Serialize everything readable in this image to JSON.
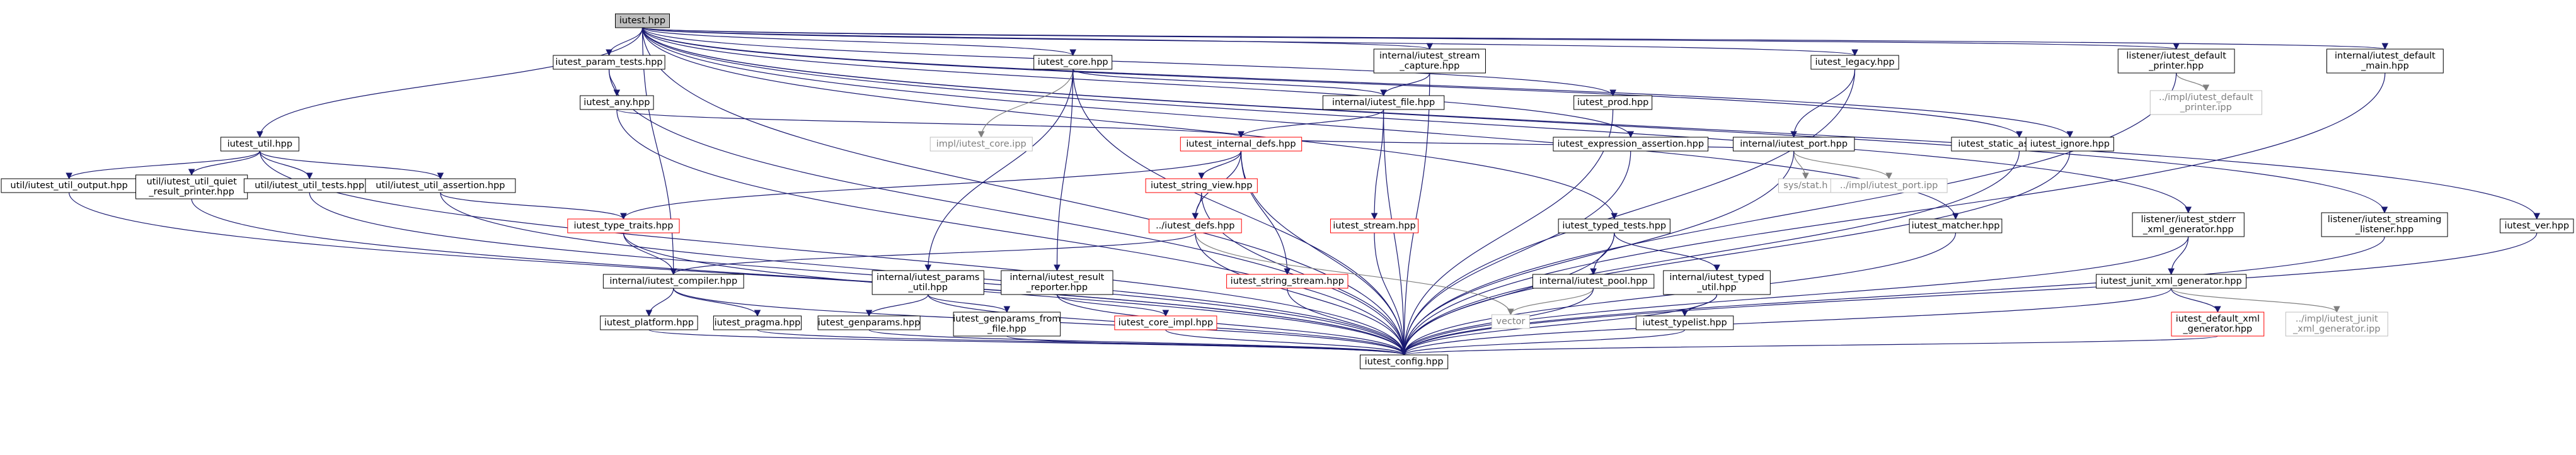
{
  "diagram": {
    "colors": {
      "edge": "#191970",
      "edge_gray": "#7f7f7f",
      "root_fill": "#bfbfbf",
      "node_border": "#000000",
      "missing_border": "#ff0000",
      "external_border": "#bfbfbf"
    },
    "nodes": [
      {
        "id": "root",
        "label": [
          "iutest.hpp"
        ],
        "style": "root"
      },
      {
        "id": "util",
        "label": [
          "iutest_util.hpp"
        ],
        "style": "normal"
      },
      {
        "id": "param_tests",
        "label": [
          "iutest_param_tests.hpp"
        ],
        "style": "normal"
      },
      {
        "id": "core",
        "label": [
          "iutest_core.hpp"
        ],
        "style": "normal"
      },
      {
        "id": "stream_capture",
        "label": [
          "internal/iutest_stream",
          "_capture.hpp"
        ],
        "style": "normal"
      },
      {
        "id": "prod",
        "label": [
          "iutest_prod.hpp"
        ],
        "style": "normal"
      },
      {
        "id": "legacy",
        "label": [
          "iutest_legacy.hpp"
        ],
        "style": "normal"
      },
      {
        "id": "static_assertion",
        "label": [
          "iutest_static_assertion.hpp"
        ],
        "style": "normal"
      },
      {
        "id": "default_printer",
        "label": [
          "listener/iutest_default",
          "_printer.hpp"
        ],
        "style": "normal"
      },
      {
        "id": "default_main",
        "label": [
          "internal/iutest_default",
          "_main.hpp"
        ],
        "style": "normal"
      },
      {
        "id": "ver",
        "label": [
          "iutest_ver.hpp"
        ],
        "style": "normal"
      },
      {
        "id": "any",
        "label": [
          "iutest_any.hpp"
        ],
        "style": "normal"
      },
      {
        "id": "impl_core",
        "label": [
          "impl/iutest_core.ipp"
        ],
        "style": "external"
      },
      {
        "id": "file",
        "label": [
          "internal/iutest_file.hpp"
        ],
        "style": "normal"
      },
      {
        "id": "port",
        "label": [
          "internal/iutest_port.hpp"
        ],
        "style": "normal"
      },
      {
        "id": "impl_default_printer",
        "label": [
          "../impl/iutest_default",
          "_printer.ipp"
        ],
        "style": "external"
      },
      {
        "id": "util_output",
        "label": [
          "util/iutest_util_output.hpp"
        ],
        "style": "normal"
      },
      {
        "id": "util_quiet",
        "label": [
          "util/iutest_util_quiet",
          "_result_printer.hpp"
        ],
        "style": "normal"
      },
      {
        "id": "util_tests",
        "label": [
          "util/iutest_util_tests.hpp"
        ],
        "style": "normal"
      },
      {
        "id": "util_assertion",
        "label": [
          "util/iutest_util_assertion.hpp"
        ],
        "style": "normal"
      },
      {
        "id": "internal_defs",
        "label": [
          "iutest_internal_defs.hpp"
        ],
        "style": "missing"
      },
      {
        "id": "expression_assertion",
        "label": [
          "iutest_expression_assertion.hpp"
        ],
        "style": "normal"
      },
      {
        "id": "sys_stat",
        "label": [
          "sys/stat.h"
        ],
        "style": "external"
      },
      {
        "id": "impl_port",
        "label": [
          "../impl/iutest_port.ipp"
        ],
        "style": "external"
      },
      {
        "id": "ignore",
        "label": [
          "iutest_ignore.hpp"
        ],
        "style": "normal"
      },
      {
        "id": "streaming_listener",
        "label": [
          "listener/iutest_streaming",
          "_listener.hpp"
        ],
        "style": "normal"
      },
      {
        "id": "string_view",
        "label": [
          "iutest_string_view.hpp"
        ],
        "style": "missing"
      },
      {
        "id": "type_traits",
        "label": [
          "iutest_type_traits.hpp"
        ],
        "style": "missing"
      },
      {
        "id": "defs",
        "label": [
          "../iutest_defs.hpp"
        ],
        "style": "missing"
      },
      {
        "id": "stream",
        "label": [
          "iutest_stream.hpp"
        ],
        "style": "missing"
      },
      {
        "id": "typed_tests",
        "label": [
          "iutest_typed_tests.hpp"
        ],
        "style": "normal"
      },
      {
        "id": "matcher",
        "label": [
          "iutest_matcher.hpp"
        ],
        "style": "normal"
      },
      {
        "id": "stderr_xml",
        "label": [
          "listener/iutest_stderr",
          "_xml_generator.hpp"
        ],
        "style": "normal"
      },
      {
        "id": "compiler",
        "label": [
          "internal/iutest_compiler.hpp"
        ],
        "style": "normal"
      },
      {
        "id": "params_util",
        "label": [
          "internal/iutest_params",
          "_util.hpp"
        ],
        "style": "normal"
      },
      {
        "id": "result_reporter",
        "label": [
          "internal/iutest_result",
          "_reporter.hpp"
        ],
        "style": "normal"
      },
      {
        "id": "string_stream",
        "label": [
          "iutest_string_stream.hpp"
        ],
        "style": "missing"
      },
      {
        "id": "pool",
        "label": [
          "internal/iutest_pool.hpp"
        ],
        "style": "normal"
      },
      {
        "id": "typed_util",
        "label": [
          "internal/iutest_typed",
          "_util.hpp"
        ],
        "style": "normal"
      },
      {
        "id": "junit_xml",
        "label": [
          "iutest_junit_xml_generator.hpp"
        ],
        "style": "normal"
      },
      {
        "id": "vector",
        "label": [
          "vector"
        ],
        "style": "external"
      },
      {
        "id": "platform",
        "label": [
          "iutest_platform.hpp"
        ],
        "style": "normal"
      },
      {
        "id": "pragma",
        "label": [
          "iutest_pragma.hpp"
        ],
        "style": "normal"
      },
      {
        "id": "genparams",
        "label": [
          "iutest_genparams.hpp"
        ],
        "style": "normal"
      },
      {
        "id": "genparams_from_file",
        "label": [
          "iutest_genparams_from",
          "_file.hpp"
        ],
        "style": "normal"
      },
      {
        "id": "core_impl",
        "label": [
          "iutest_core_impl.hpp"
        ],
        "style": "missing"
      },
      {
        "id": "typelist",
        "label": [
          "iutest_typelist.hpp"
        ],
        "style": "normal"
      },
      {
        "id": "default_xml",
        "label": [
          "iutest_default_xml",
          "_generator.hpp"
        ],
        "style": "missing"
      },
      {
        "id": "impl_junit",
        "label": [
          "../impl/iutest_junit",
          "_xml_generator.ipp"
        ],
        "style": "external"
      },
      {
        "id": "config",
        "label": [
          "iutest_config.hpp"
        ],
        "style": "normal"
      }
    ],
    "edges": [
      [
        "root",
        "util"
      ],
      [
        "root",
        "param_tests"
      ],
      [
        "root",
        "core"
      ],
      [
        "root",
        "stream_capture"
      ],
      [
        "root",
        "prod"
      ],
      [
        "root",
        "legacy"
      ],
      [
        "root",
        "static_assertion"
      ],
      [
        "root",
        "default_printer"
      ],
      [
        "root",
        "default_main"
      ],
      [
        "root",
        "ver"
      ],
      [
        "root",
        "compiler"
      ],
      [
        "root",
        "expression_assertion"
      ],
      [
        "root",
        "typed_tests"
      ],
      [
        "root",
        "matcher"
      ],
      [
        "root",
        "ignore"
      ],
      [
        "root",
        "stderr_xml"
      ],
      [
        "root",
        "streaming_listener"
      ],
      [
        "root",
        "config"
      ],
      [
        "util",
        "util_output"
      ],
      [
        "util",
        "util_quiet"
      ],
      [
        "util",
        "util_tests"
      ],
      [
        "util",
        "util_assertion"
      ],
      [
        "util",
        "config"
      ],
      [
        "util_output",
        "config"
      ],
      [
        "util_quiet",
        "config"
      ],
      [
        "util_tests",
        "config"
      ],
      [
        "util_assertion",
        "config"
      ],
      [
        "util_assertion",
        "type_traits"
      ],
      [
        "param_tests",
        "any"
      ],
      [
        "param_tests",
        "config"
      ],
      [
        "any",
        "internal_defs"
      ],
      [
        "any",
        "config"
      ],
      [
        "core",
        "impl_core"
      ],
      [
        "core",
        "file"
      ],
      [
        "core",
        "params_util"
      ],
      [
        "core",
        "result_reporter"
      ],
      [
        "core",
        "config"
      ],
      [
        "stream_capture",
        "file"
      ],
      [
        "stream_capture",
        "config"
      ],
      [
        "file",
        "internal_defs"
      ],
      [
        "file",
        "stream"
      ],
      [
        "file",
        "config"
      ],
      [
        "prod",
        "config"
      ],
      [
        "legacy",
        "port"
      ],
      [
        "legacy",
        "config"
      ],
      [
        "port",
        "internal_defs"
      ],
      [
        "port",
        "sys_stat"
      ],
      [
        "port",
        "impl_port"
      ],
      [
        "port",
        "config"
      ],
      [
        "static_assertion",
        "config"
      ],
      [
        "default_printer",
        "impl_default_printer"
      ],
      [
        "default_printer",
        "config"
      ],
      [
        "default_main",
        "config"
      ],
      [
        "ver",
        "config"
      ],
      [
        "internal_defs",
        "string_view"
      ],
      [
        "internal_defs",
        "type_traits"
      ],
      [
        "internal_defs",
        "defs"
      ],
      [
        "internal_defs",
        "string_stream"
      ],
      [
        "internal_defs",
        "config"
      ],
      [
        "string_view",
        "defs"
      ],
      [
        "string_view",
        "config"
      ],
      [
        "type_traits",
        "compiler"
      ],
      [
        "type_traits",
        "config"
      ],
      [
        "defs",
        "compiler"
      ],
      [
        "defs",
        "vector"
      ],
      [
        "defs",
        "config"
      ],
      [
        "stream",
        "config"
      ],
      [
        "expression_assertion",
        "config"
      ],
      [
        "ignore",
        "config"
      ],
      [
        "matcher",
        "config"
      ],
      [
        "streaming_listener",
        "config"
      ],
      [
        "typed_tests",
        "pool"
      ],
      [
        "typed_tests",
        "typed_util"
      ],
      [
        "typed_tests",
        "config"
      ],
      [
        "pool",
        "vector"
      ],
      [
        "pool",
        "config"
      ],
      [
        "typed_util",
        "typelist"
      ],
      [
        "typed_util",
        "config"
      ],
      [
        "typelist",
        "config"
      ],
      [
        "stderr_xml",
        "junit_xml"
      ],
      [
        "stderr_xml",
        "config"
      ],
      [
        "junit_xml",
        "default_xml"
      ],
      [
        "junit_xml",
        "impl_junit"
      ],
      [
        "junit_xml",
        "config"
      ],
      [
        "default_xml",
        "config"
      ],
      [
        "compiler",
        "platform"
      ],
      [
        "compiler",
        "pragma"
      ],
      [
        "compiler",
        "config"
      ],
      [
        "platform",
        "config"
      ],
      [
        "pragma",
        "config"
      ],
      [
        "params_util",
        "genparams"
      ],
      [
        "params_util",
        "genparams_from_file"
      ],
      [
        "params_util",
        "config"
      ],
      [
        "genparams",
        "config"
      ],
      [
        "genparams_from_file",
        "config"
      ],
      [
        "result_reporter",
        "core_impl"
      ],
      [
        "result_reporter",
        "config"
      ],
      [
        "core_impl",
        "config"
      ],
      [
        "string_stream",
        "config"
      ]
    ]
  }
}
